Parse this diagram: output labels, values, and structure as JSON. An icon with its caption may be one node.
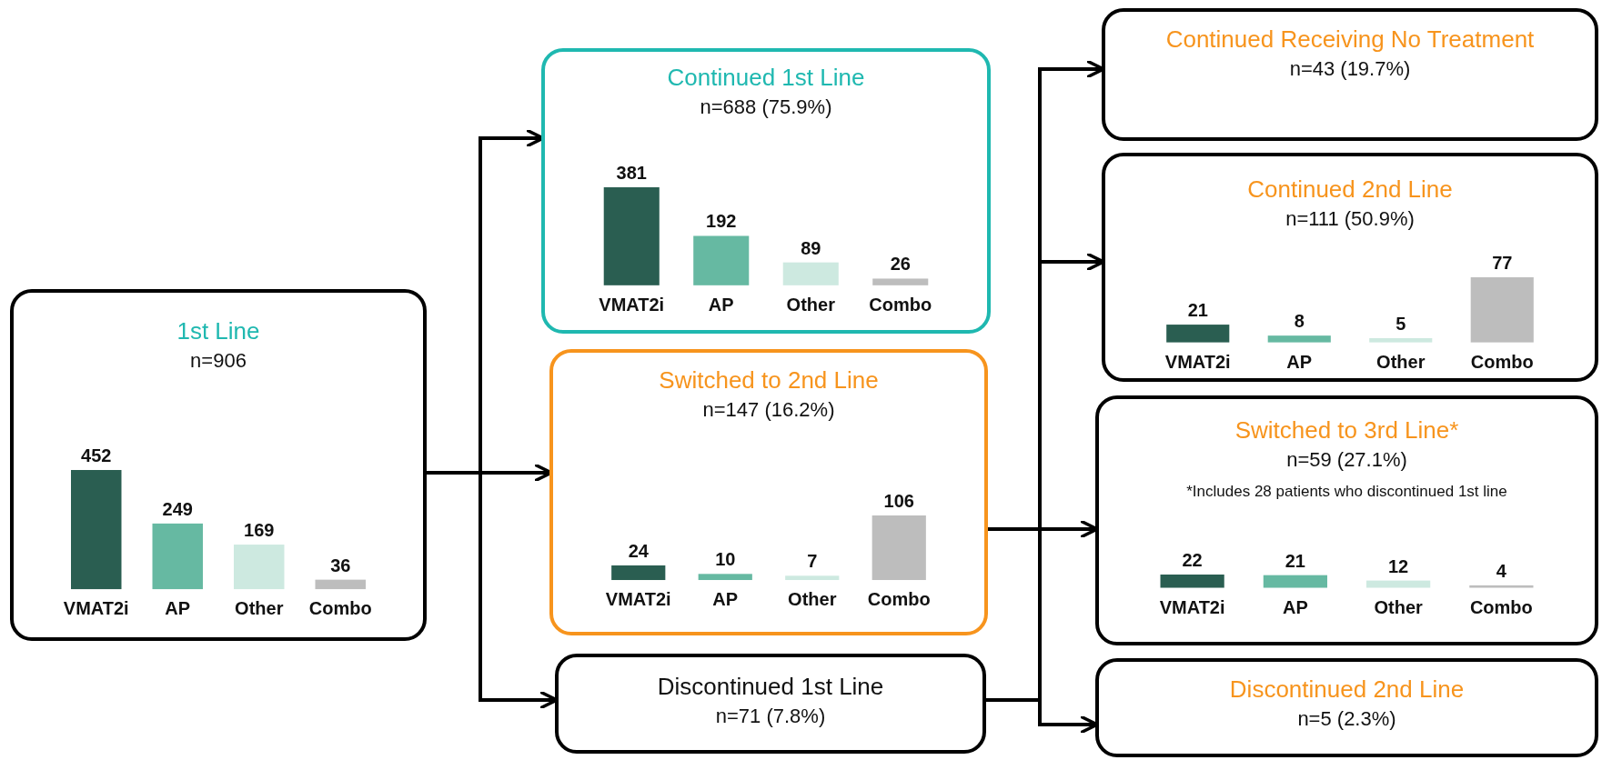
{
  "diagram": {
    "nodes": [
      {
        "text": [
          "1st Line",
          "n=906"
        ]
      },
      {
        "text": [
          "Continued 1st Line",
          "n=688 (75.9%)"
        ]
      },
      {
        "text": [
          "Switched to 2nd Line",
          "n=147 (16.2%)"
        ]
      },
      {
        "text": [
          "Discontinued 1st Line",
          "n=71 (7.8%)"
        ]
      },
      {
        "text": [
          "Continued Receiving No Treatment",
          "n=43 (19.7%)"
        ]
      },
      {
        "text": [
          "Continued 2nd Line",
          "n=111 (50.9%)"
        ]
      },
      {
        "text": [
          "Switched to 3rd Line*",
          "n=59 (27.1%)",
          "*Includes 28 patients who discontinued 1st line"
        ]
      },
      {
        "text": [
          "Discontinued 2nd Line",
          "n=5 (2.3%)"
        ]
      }
    ],
    "edges": [
      {
        "from": 0,
        "to": 1,
        "arrow": "to"
      },
      {
        "from": 0,
        "to": 2,
        "arrow": "to"
      },
      {
        "from": 0,
        "to": 3,
        "arrow": "to"
      },
      {
        "from": 2,
        "to": 6,
        "arrow": "to"
      },
      {
        "from": 3,
        "to": 4,
        "arrow": "to"
      },
      {
        "from": 3,
        "to": 5,
        "arrow": "to"
      },
      {
        "from": 3,
        "to": 7,
        "arrow": "to"
      }
    ],
    "chart_data": [
      {
        "type": "bar",
        "categories": [
          "VMAT2i",
          "AP",
          "Other",
          "Combo"
        ],
        "values": [
          452,
          249,
          169,
          36
        ],
        "data_labels": true
      },
      {
        "type": "bar",
        "categories": [
          "VMAT2i",
          "AP",
          "Other",
          "Combo"
        ],
        "values": [
          381,
          192,
          89,
          26
        ],
        "data_labels": true
      },
      {
        "type": "bar",
        "categories": [
          "VMAT2i",
          "AP",
          "Other",
          "Combo"
        ],
        "values": [
          24,
          10,
          7,
          106
        ],
        "data_labels": true
      },
      {
        "type": "bar",
        "categories": [
          "VMAT2i",
          "AP",
          "Other",
          "Combo"
        ],
        "values": [
          21,
          8,
          5,
          77
        ],
        "data_labels": true
      },
      {
        "type": "bar",
        "categories": [
          "VMAT2i",
          "AP",
          "Other",
          "Combo"
        ],
        "values": [
          22,
          21,
          12,
          4
        ],
        "data_labels": true
      }
    ]
  }
}
